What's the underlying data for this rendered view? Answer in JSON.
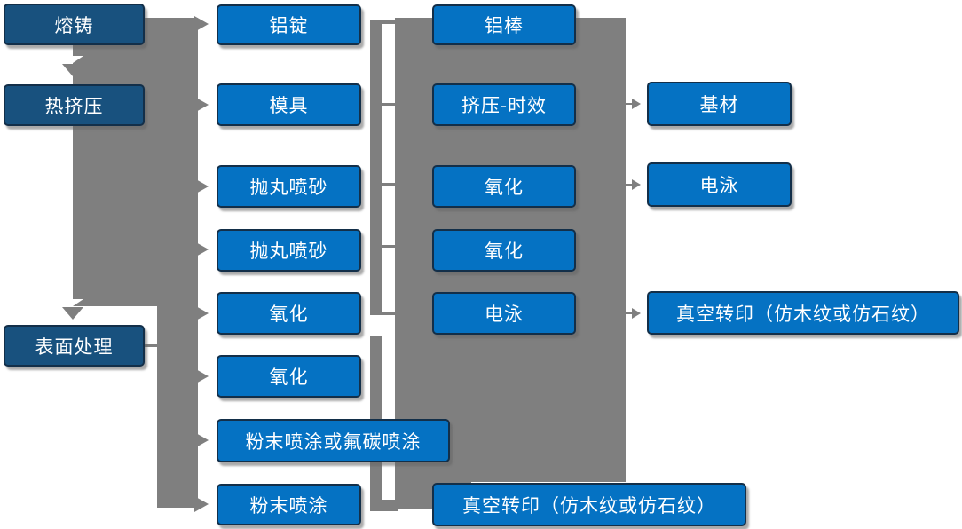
{
  "diagram_type": "aluminum-profile-process-flowchart",
  "columns": [
    {
      "name": "stage-1-main-processes",
      "items": [
        {
          "id": "melting",
          "label": "熔铸"
        },
        {
          "id": "hot-extrusion",
          "label": "热挤压"
        },
        {
          "id": "surface-treatment",
          "label": "表面处理"
        }
      ]
    },
    {
      "name": "stage-2",
      "items": [
        {
          "id": "aluminum-ingot",
          "label": "铝锭"
        },
        {
          "id": "mold",
          "label": "模具"
        },
        {
          "id": "shot-blast-1",
          "label": "抛丸喷砂"
        },
        {
          "id": "shot-blast-2",
          "label": "抛丸喷砂"
        },
        {
          "id": "oxidation-1",
          "label": "氧化"
        },
        {
          "id": "oxidation-2",
          "label": "氧化"
        },
        {
          "id": "powder-or-fluorocarbon",
          "label": "粉末喷涂或氟碳喷涂"
        },
        {
          "id": "powder-coating",
          "label": "粉末喷涂"
        }
      ]
    },
    {
      "name": "stage-3",
      "items": [
        {
          "id": "aluminum-rod",
          "label": "铝棒"
        },
        {
          "id": "extrusion-aging",
          "label": "挤压-时效"
        },
        {
          "id": "oxidation-3",
          "label": "氧化"
        },
        {
          "id": "oxidation-4",
          "label": "氧化"
        },
        {
          "id": "electrophoresis-1",
          "label": "电泳"
        },
        {
          "id": "vacuum-transfer-1",
          "label": "真空转印（仿木纹或仿石纹）"
        }
      ]
    },
    {
      "name": "stage-4-finished",
      "items": [
        {
          "id": "base-material",
          "label": "基材"
        },
        {
          "id": "electrophoresis-2",
          "label": "电泳"
        },
        {
          "id": "vacuum-transfer-2",
          "label": "真空转印（仿木纹或仿石纹）"
        }
      ]
    }
  ],
  "connectors": {
    "down_arrow_targets": [
      "热挤压",
      "表面处理"
    ],
    "left_trunk_arrow_targets": [
      "铝锭",
      "模具",
      "抛丸喷砂",
      "抛丸喷砂",
      "氧化",
      "氧化",
      "粉末喷涂或氟碳喷涂",
      "粉末喷涂"
    ],
    "right_arrow_links": [
      {
        "from": "挤压-时效",
        "to": "基材"
      },
      {
        "from": "氧化",
        "to": "电泳"
      },
      {
        "from": "电泳",
        "to": "真空转印（仿木纹或仿石纹）"
      }
    ]
  },
  "colors": {
    "box_blue": "#0572C3",
    "box_dark_blue": "#18517E",
    "box_border": "#132F49",
    "connector_gray": "#7F7F7F",
    "text_white": "#FFFFFF",
    "background": "#FFFFFF"
  }
}
